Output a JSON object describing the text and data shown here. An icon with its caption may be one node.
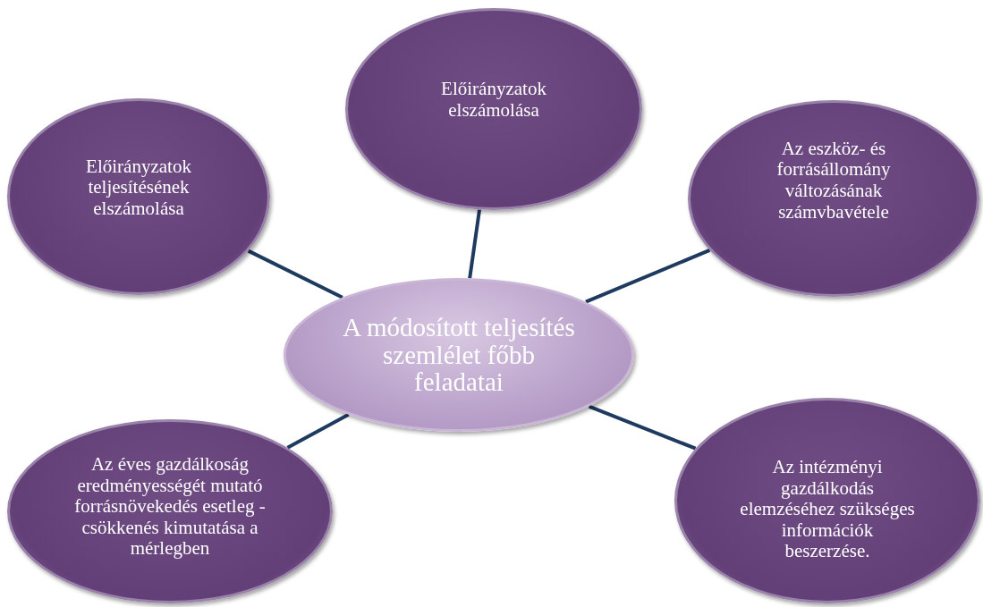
{
  "diagram": {
    "nodes": [
      {
        "text": [
          "Előirányzatok elszámolása"
        ]
      },
      {
        "text": [
          "Előirányzatok teljesítésének elszámolása"
        ]
      },
      {
        "text": [
          "Az eszköz- és forrásállomány változásának számvbavétele"
        ]
      },
      {
        "text": [
          "A módosított teljesítés szemlélet főbb feladatai"
        ]
      },
      {
        "text": [
          "Az éves gazdálkoság eredményességét mutató forrásnövekedés esetleg -csökkenés kimutatása a mérlegben"
        ]
      },
      {
        "text": [
          "Az intézményi gazdálkodás elemzéséhez szükséges információk beszerzése."
        ]
      }
    ],
    "edges": [
      {
        "from": 3,
        "to": 0,
        "arrow": "none"
      },
      {
        "from": 3,
        "to": 1,
        "arrow": "none"
      },
      {
        "from": 3,
        "to": 2,
        "arrow": "none"
      },
      {
        "from": 3,
        "to": 4,
        "arrow": "none"
      },
      {
        "from": 3,
        "to": 5,
        "arrow": "none"
      }
    ]
  }
}
